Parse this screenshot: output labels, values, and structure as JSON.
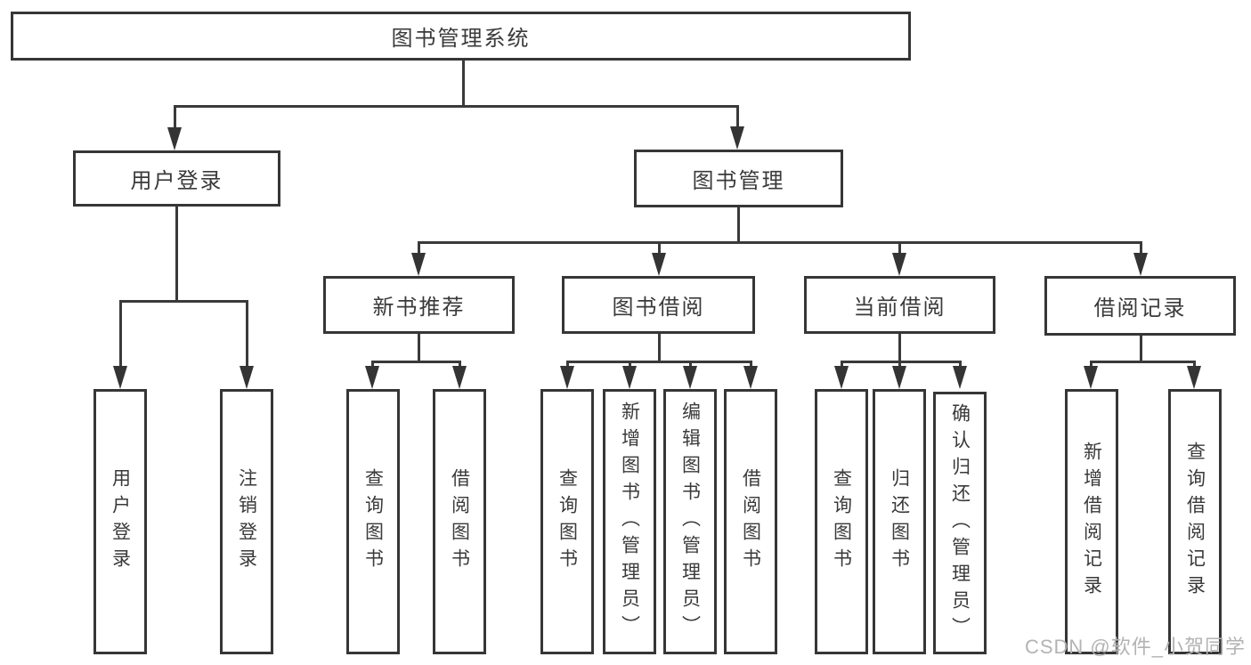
{
  "diagram_title": "图书管理系统",
  "nodes": {
    "root": "图书管理系统",
    "userLogin": "用户登录",
    "bookManagement": "图书管理",
    "newBookRec": "新书推荐",
    "bookBorrowing": "图书借阅",
    "currentBorrowing": "当前借阅",
    "borrowRecords": "借阅记录",
    "leafUserLogin": "用户登录",
    "leafLogout": "注销登录",
    "leafQueryBooks1": "查询图书",
    "leafBorrowBooks1": "借阅图书",
    "leafQueryBooks2": "查询图书",
    "leafAddBook": "新增图书（管理员）",
    "leafEditBook": "编辑图书（管理员）",
    "leafBorrowBooks2": "借阅图书",
    "leafQueryBooks3": "查询图书",
    "leafReturnBook": "归还图书",
    "leafConfirmReturn": "确认归还（管理员）",
    "leafAddBorrowRecord": "新增借阅记录",
    "leafQueryBorrowRecord": "查询借阅记录"
  },
  "hierarchy": {
    "root": "图书管理系统",
    "children": [
      {
        "label": "用户登录",
        "children": [
          "用户登录",
          "注销登录"
        ]
      },
      {
        "label": "图书管理",
        "children": [
          {
            "label": "新书推荐",
            "children": [
              "查询图书",
              "借阅图书"
            ]
          },
          {
            "label": "图书借阅",
            "children": [
              "查询图书",
              "新增图书（管理员）",
              "编辑图书（管理员）",
              "借阅图书"
            ]
          },
          {
            "label": "当前借阅",
            "children": [
              "查询图书",
              "归还图书",
              "确认归还（管理员）"
            ]
          },
          {
            "label": "借阅记录",
            "children": [
              "新增借阅记录",
              "查询借阅记录"
            ]
          }
        ]
      }
    ]
  },
  "watermark": {
    "text": "CSDN @软件_小贺同学",
    "color": "#b3b3b3"
  },
  "colors": {
    "background": "#ffffff",
    "box_border": "#363636",
    "line": "#3a3a3a",
    "text": "#3a3a3a"
  }
}
